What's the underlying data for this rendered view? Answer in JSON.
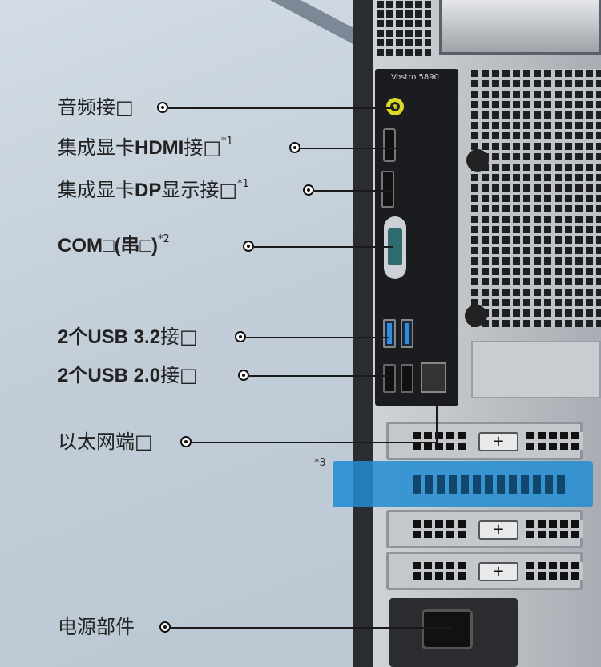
{
  "product": {
    "model_label": "Vostro 5890"
  },
  "labels": {
    "audio": "音频接□",
    "hdmi_prefix": "集成显卡",
    "hdmi_bold": "HDMI",
    "hdmi_suffix": "接□",
    "hdmi_note": "*1",
    "dp_prefix": "集成显卡",
    "dp_bold": "DP",
    "dp_suffix": "显示接□",
    "dp_note": "*1",
    "com_bold": "COM□(串□)",
    "com_note": "*2",
    "usb32_bold": "2个USB 3.2",
    "usb32_suffix": "接□",
    "usb20_bold": "2个USB 2.0",
    "usb20_suffix": "接□",
    "ethernet": "以太网端□",
    "psu": "电源部件"
  },
  "notes": {
    "slot_note": "*3"
  },
  "colors": {
    "highlight": "#218cd2",
    "audio_port": "#c8c820",
    "usb3": "#2d8ee0"
  }
}
